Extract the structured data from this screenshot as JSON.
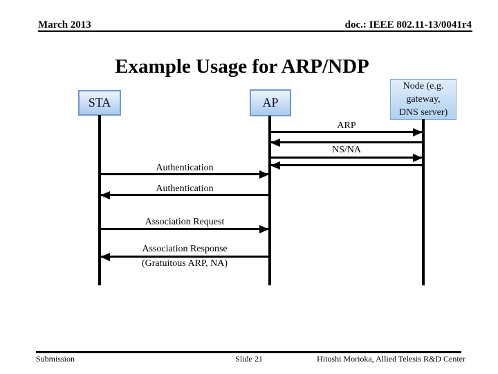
{
  "header": {
    "date": "March 2013",
    "doc_number": "doc.: IEEE 802.11-13/0041r4"
  },
  "title": "Example Usage for ARP/NDP",
  "actors": {
    "sta": "STA",
    "ap": "AP",
    "node_lines": [
      "Node (e.g.",
      "gateway,",
      "DNS server)"
    ]
  },
  "messages": {
    "arp": "ARP",
    "nsna": "NS/NA",
    "auth_request": "Authentication",
    "auth_response": "Authentication",
    "assoc_request": "Association Request",
    "assoc_response_line1": "Association Response",
    "assoc_response_line2": "(Gratuitous ARP, NA)"
  },
  "footer": {
    "left": "Submission",
    "center": "Slide 21",
    "right": "Hitoshi Morioka, Allied Telesis R&D Center"
  },
  "colors": {
    "background": "#ffffff",
    "text": "#000000",
    "line": "#000000",
    "box_border": "#6b9ace",
    "box_fill_top": "#eef4fc",
    "box_fill_bottom": "#a8caec",
    "node_box_border": "#7ea9d8",
    "node_box_fill": "#c4dcf3"
  }
}
